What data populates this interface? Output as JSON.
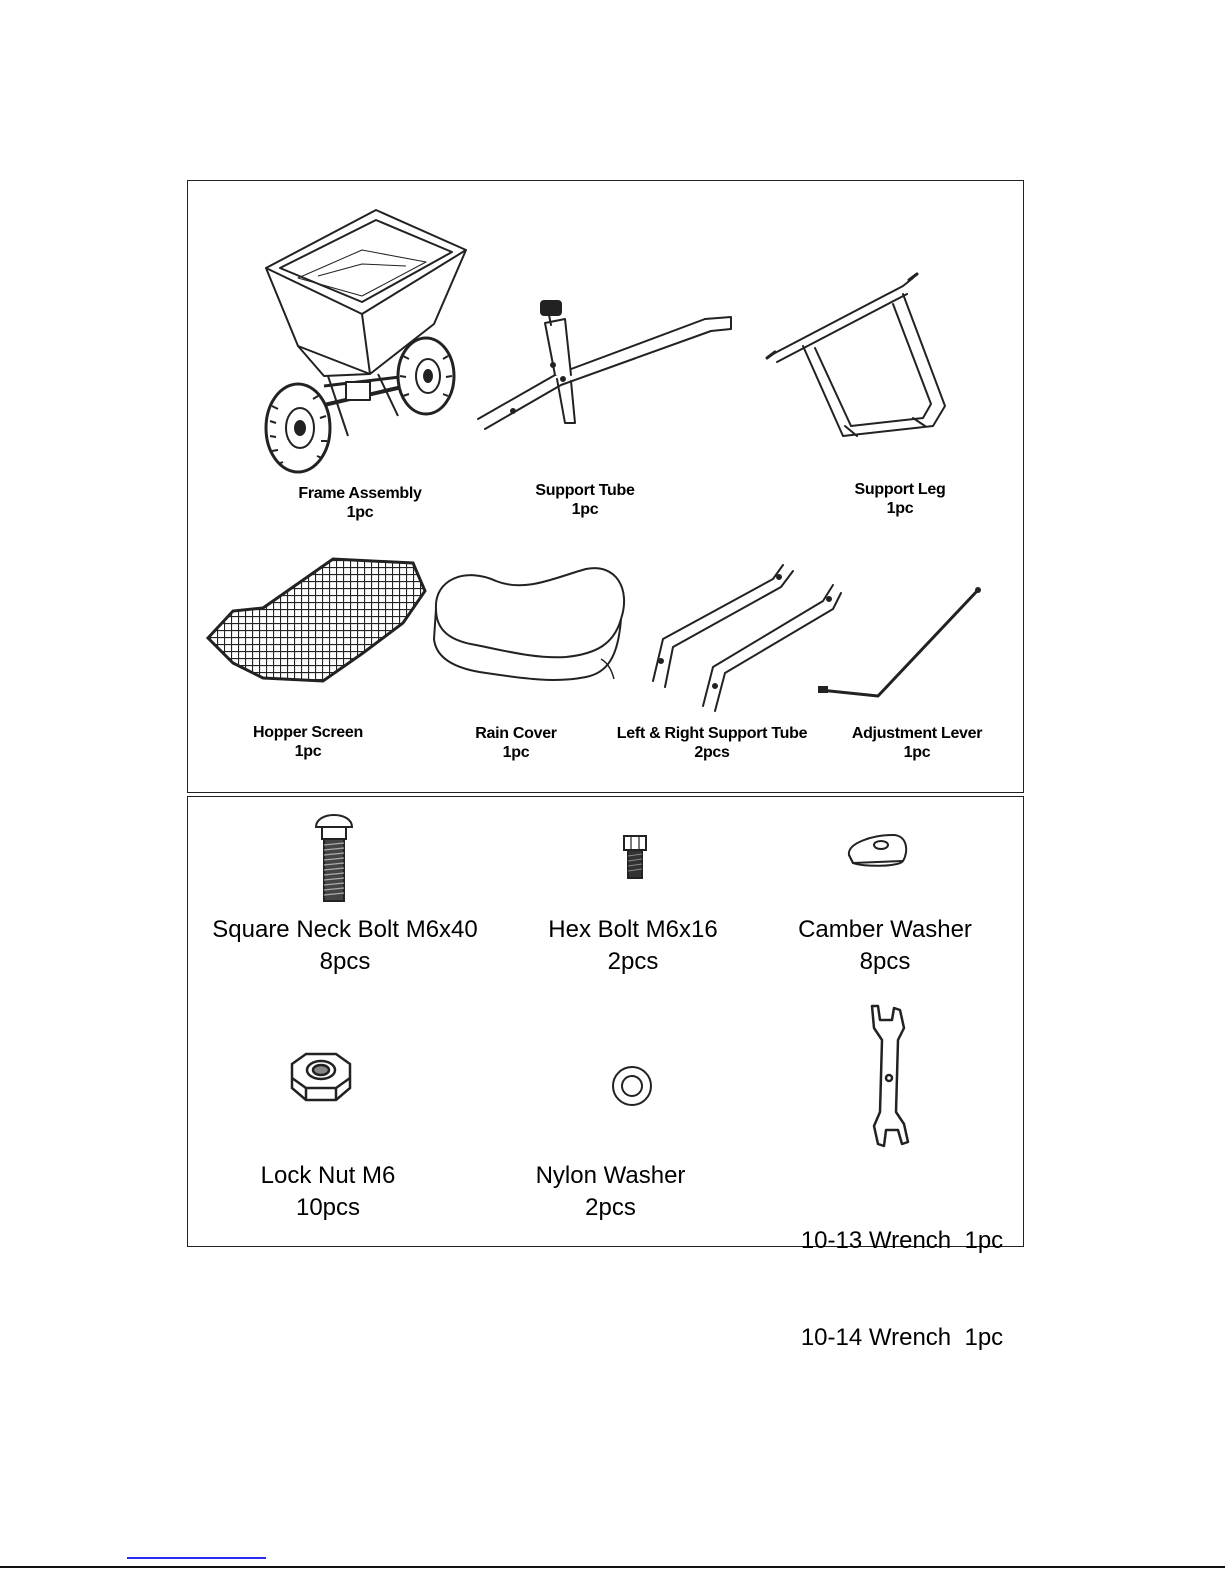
{
  "parts": [
    {
      "name": "Frame Assembly",
      "qty": "1pc"
    },
    {
      "name": "Support Tube",
      "qty": "1pc"
    },
    {
      "name": "Support Leg",
      "qty": "1pc"
    },
    {
      "name": "Hopper Screen",
      "qty": "1pc"
    },
    {
      "name": "Rain Cover",
      "qty": "1pc"
    },
    {
      "name": "Left & Right Support Tube",
      "qty": "2pcs"
    },
    {
      "name": "Adjustment Lever",
      "qty": "1pc"
    }
  ],
  "hardware": [
    {
      "name": "Square Neck Bolt M6x40",
      "qty": "8pcs"
    },
    {
      "name": "Hex Bolt M6x16",
      "qty": "2pcs"
    },
    {
      "name": "Camber Washer",
      "qty": "8pcs"
    },
    {
      "name": "Lock Nut M6",
      "qty": "10pcs"
    },
    {
      "name": "Nylon Washer",
      "qty": "2pcs"
    },
    {
      "name": "10-13 Wrench  1pc",
      "qty": "10-14 Wrench  1pc"
    }
  ],
  "colors": {
    "line": "#222222",
    "link": "#2a2af0"
  }
}
